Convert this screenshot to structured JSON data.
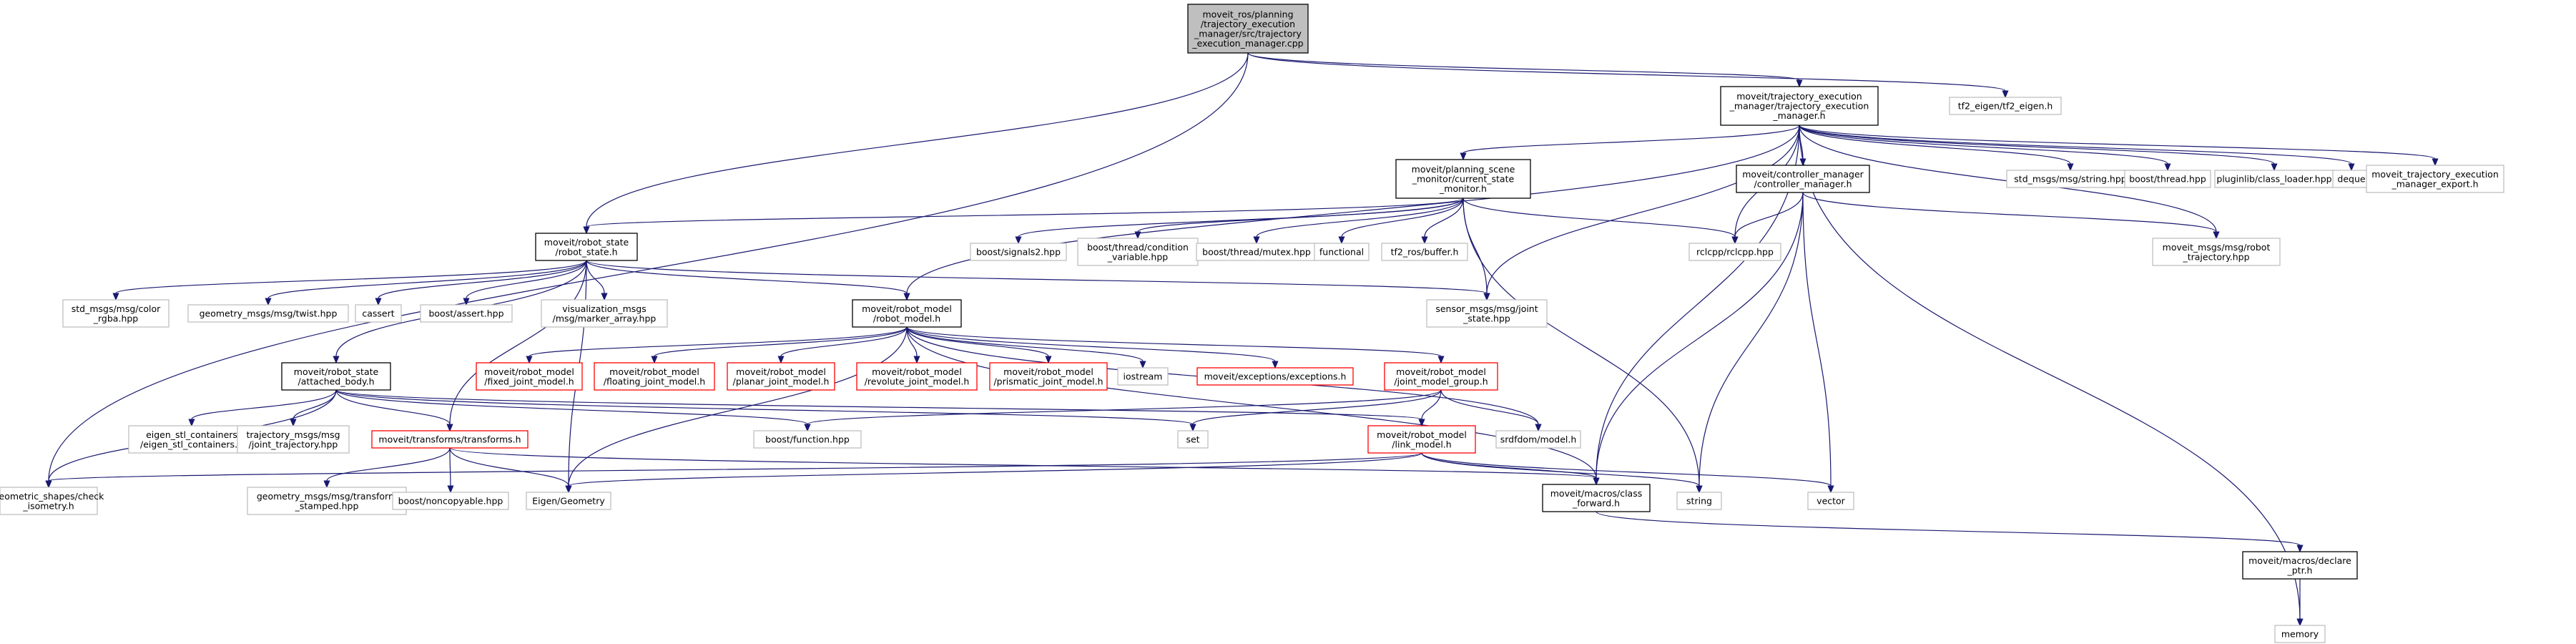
{
  "diagram": {
    "colors": {
      "edge": "#191970",
      "root_fill": "#bfbfbf",
      "root_border": "#000000",
      "linked_border": "#000000",
      "external_border": "#bfbfbf",
      "truncated_border": "#ff0000",
      "text": "#000000"
    },
    "nodes": [
      {
        "id": "root",
        "kind": "root",
        "lines": [
          "moveit_ros/planning",
          "/trajectory_execution",
          "_manager/src/trajectory",
          "_execution_manager.cpp"
        ]
      },
      {
        "id": "tem_h",
        "kind": "linked",
        "lines": [
          "moveit/trajectory_execution",
          "_manager/trajectory_execution",
          "_manager.h"
        ]
      },
      {
        "id": "tf2_eigen",
        "kind": "external",
        "lines": [
          "tf2_eigen/tf2_eigen.h"
        ]
      },
      {
        "id": "check_iso",
        "kind": "external",
        "lines": [
          "geometric_shapes/check",
          "_isometry.h"
        ]
      },
      {
        "id": "robot_state",
        "kind": "linked",
        "lines": [
          "moveit/robot_state",
          "/robot_state.h"
        ]
      },
      {
        "id": "csm",
        "kind": "linked",
        "lines": [
          "moveit/planning_scene",
          "_monitor/current_state",
          "_monitor.h"
        ]
      },
      {
        "id": "cm",
        "kind": "linked",
        "lines": [
          "moveit/controller_manager",
          "/controller_manager.h"
        ]
      },
      {
        "id": "std_string",
        "kind": "external",
        "lines": [
          "std_msgs/msg/string.hpp"
        ]
      },
      {
        "id": "boost_thread",
        "kind": "external",
        "lines": [
          "boost/thread.hpp"
        ]
      },
      {
        "id": "pluginlib",
        "kind": "external",
        "lines": [
          "pluginlib/class_loader.hpp"
        ]
      },
      {
        "id": "deque",
        "kind": "external",
        "lines": [
          "deque"
        ]
      },
      {
        "id": "tem_export",
        "kind": "external",
        "lines": [
          "moveit_trajectory_execution",
          "_manager_export.h"
        ]
      },
      {
        "id": "robot_traj",
        "kind": "external",
        "lines": [
          "moveit_msgs/msg/robot",
          "_trajectory.hpp"
        ]
      },
      {
        "id": "rclcpp",
        "kind": "external",
        "lines": [
          "rclcpp/rclcpp.hpp"
        ]
      },
      {
        "id": "signals2",
        "kind": "external",
        "lines": [
          "boost/signals2.hpp"
        ]
      },
      {
        "id": "cond_var",
        "kind": "external",
        "lines": [
          "boost/thread/condition",
          "_variable.hpp"
        ]
      },
      {
        "id": "mutex",
        "kind": "external",
        "lines": [
          "boost/thread/mutex.hpp"
        ]
      },
      {
        "id": "functional",
        "kind": "external",
        "lines": [
          "functional"
        ]
      },
      {
        "id": "tf2_buffer",
        "kind": "external",
        "lines": [
          "tf2_ros/buffer.h"
        ]
      },
      {
        "id": "color_rgba",
        "kind": "external",
        "lines": [
          "std_msgs/msg/color",
          "_rgba.hpp"
        ]
      },
      {
        "id": "twist",
        "kind": "external",
        "lines": [
          "geometry_msgs/msg/twist.hpp"
        ]
      },
      {
        "id": "cassert",
        "kind": "external",
        "lines": [
          "cassert"
        ]
      },
      {
        "id": "boost_assert",
        "kind": "external",
        "lines": [
          "boost/assert.hpp"
        ]
      },
      {
        "id": "marker_array",
        "kind": "external",
        "lines": [
          "visualization_msgs",
          "/msg/marker_array.hpp"
        ]
      },
      {
        "id": "robot_model",
        "kind": "linked",
        "lines": [
          "moveit/robot_model",
          "/robot_model.h"
        ]
      },
      {
        "id": "joint_state",
        "kind": "external",
        "lines": [
          "sensor_msgs/msg/joint",
          "_state.hpp"
        ]
      },
      {
        "id": "attached_body",
        "kind": "linked",
        "lines": [
          "moveit/robot_state",
          "/attached_body.h"
        ]
      },
      {
        "id": "fixed_jm",
        "kind": "truncated",
        "lines": [
          "moveit/robot_model",
          "/fixed_joint_model.h"
        ]
      },
      {
        "id": "floating_jm",
        "kind": "truncated",
        "lines": [
          "moveit/robot_model",
          "/floating_joint_model.h"
        ]
      },
      {
        "id": "planar_jm",
        "kind": "truncated",
        "lines": [
          "moveit/robot_model",
          "/planar_joint_model.h"
        ]
      },
      {
        "id": "revolute_jm",
        "kind": "truncated",
        "lines": [
          "moveit/robot_model",
          "/revolute_joint_model.h"
        ]
      },
      {
        "id": "prismatic_jm",
        "kind": "truncated",
        "lines": [
          "moveit/robot_model",
          "/prismatic_joint_model.h"
        ]
      },
      {
        "id": "iostream",
        "kind": "external",
        "lines": [
          "iostream"
        ]
      },
      {
        "id": "exceptions",
        "kind": "truncated",
        "lines": [
          "moveit/exceptions/exceptions.h"
        ]
      },
      {
        "id": "jmg",
        "kind": "truncated",
        "lines": [
          "moveit/robot_model",
          "/joint_model_group.h"
        ]
      },
      {
        "id": "eigen_stl",
        "kind": "external",
        "lines": [
          "eigen_stl_containers",
          "/eigen_stl_containers.h"
        ]
      },
      {
        "id": "joint_traj",
        "kind": "external",
        "lines": [
          "trajectory_msgs/msg",
          "/joint_trajectory.hpp"
        ]
      },
      {
        "id": "transforms",
        "kind": "truncated",
        "lines": [
          "moveit/transforms/transforms.h"
        ]
      },
      {
        "id": "boost_function",
        "kind": "external",
        "lines": [
          "boost/function.hpp"
        ]
      },
      {
        "id": "set",
        "kind": "external",
        "lines": [
          "set"
        ]
      },
      {
        "id": "link_model",
        "kind": "truncated",
        "lines": [
          "moveit/robot_model",
          "/link_model.h"
        ]
      },
      {
        "id": "srdfdom",
        "kind": "external",
        "lines": [
          "srdfdom/model.h"
        ]
      },
      {
        "id": "tf_stamped",
        "kind": "external",
        "lines": [
          "geometry_msgs/msg/transform",
          "_stamped.hpp"
        ]
      },
      {
        "id": "noncopyable",
        "kind": "external",
        "lines": [
          "boost/noncopyable.hpp"
        ]
      },
      {
        "id": "eigen_geometry",
        "kind": "external",
        "lines": [
          "Eigen/Geometry"
        ]
      },
      {
        "id": "class_fwd",
        "kind": "linked",
        "lines": [
          "moveit/macros/class",
          "_forward.h"
        ]
      },
      {
        "id": "string",
        "kind": "external",
        "lines": [
          "string"
        ]
      },
      {
        "id": "vector",
        "kind": "external",
        "lines": [
          "vector"
        ]
      },
      {
        "id": "declare_ptr",
        "kind": "linked",
        "lines": [
          "moveit/macros/declare",
          "_ptr.h"
        ]
      },
      {
        "id": "memory",
        "kind": "external",
        "lines": [
          "memory"
        ]
      }
    ],
    "edges": [
      [
        "root",
        "tem_h"
      ],
      [
        "root",
        "tf2_eigen"
      ],
      [
        "root",
        "check_iso"
      ],
      [
        "root",
        "robot_state"
      ],
      [
        "tem_h",
        "csm"
      ],
      [
        "tem_h",
        "cm"
      ],
      [
        "tem_h",
        "std_string"
      ],
      [
        "tem_h",
        "boost_thread"
      ],
      [
        "tem_h",
        "pluginlib"
      ],
      [
        "tem_h",
        "deque"
      ],
      [
        "tem_h",
        "tem_export"
      ],
      [
        "tem_h",
        "robot_traj"
      ],
      [
        "tem_h",
        "rclcpp"
      ],
      [
        "tem_h",
        "robot_model"
      ],
      [
        "tem_h",
        "joint_state"
      ],
      [
        "tem_h",
        "class_fwd"
      ],
      [
        "tem_h",
        "memory"
      ],
      [
        "csm",
        "robot_state"
      ],
      [
        "csm",
        "signals2"
      ],
      [
        "csm",
        "cond_var"
      ],
      [
        "csm",
        "mutex"
      ],
      [
        "csm",
        "functional"
      ],
      [
        "csm",
        "tf2_buffer"
      ],
      [
        "csm",
        "rclcpp"
      ],
      [
        "csm",
        "joint_state"
      ],
      [
        "csm",
        "string"
      ],
      [
        "cm",
        "rclcpp"
      ],
      [
        "cm",
        "robot_traj"
      ],
      [
        "cm",
        "class_fwd"
      ],
      [
        "cm",
        "string"
      ],
      [
        "cm",
        "vector"
      ],
      [
        "robot_state",
        "color_rgba"
      ],
      [
        "robot_state",
        "twist"
      ],
      [
        "robot_state",
        "cassert"
      ],
      [
        "robot_state",
        "boost_assert"
      ],
      [
        "robot_state",
        "marker_array"
      ],
      [
        "robot_state",
        "robot_model"
      ],
      [
        "robot_state",
        "joint_state"
      ],
      [
        "robot_state",
        "attached_body"
      ],
      [
        "robot_state",
        "transforms"
      ],
      [
        "robot_state",
        "eigen_geometry"
      ],
      [
        "robot_model",
        "fixed_jm"
      ],
      [
        "robot_model",
        "floating_jm"
      ],
      [
        "robot_model",
        "planar_jm"
      ],
      [
        "robot_model",
        "revolute_jm"
      ],
      [
        "robot_model",
        "prismatic_jm"
      ],
      [
        "robot_model",
        "iostream"
      ],
      [
        "robot_model",
        "exceptions"
      ],
      [
        "robot_model",
        "jmg"
      ],
      [
        "robot_model",
        "srdfdom"
      ],
      [
        "robot_model",
        "class_fwd"
      ],
      [
        "robot_model",
        "eigen_geometry"
      ],
      [
        "attached_body",
        "check_iso"
      ],
      [
        "attached_body",
        "eigen_stl"
      ],
      [
        "attached_body",
        "joint_traj"
      ],
      [
        "attached_body",
        "transforms"
      ],
      [
        "attached_body",
        "boost_function"
      ],
      [
        "attached_body",
        "set"
      ],
      [
        "attached_body",
        "link_model"
      ],
      [
        "jmg",
        "boost_function"
      ],
      [
        "jmg",
        "set"
      ],
      [
        "jmg",
        "link_model"
      ],
      [
        "jmg",
        "srdfdom"
      ],
      [
        "transforms",
        "tf_stamped"
      ],
      [
        "transforms",
        "noncopyable"
      ],
      [
        "transforms",
        "eigen_geometry"
      ],
      [
        "transforms",
        "class_fwd"
      ],
      [
        "link_model",
        "check_iso"
      ],
      [
        "link_model",
        "eigen_geometry"
      ],
      [
        "link_model",
        "class_fwd"
      ],
      [
        "link_model",
        "string"
      ],
      [
        "link_model",
        "vector"
      ],
      [
        "class_fwd",
        "declare_ptr"
      ],
      [
        "declare_ptr",
        "memory"
      ]
    ]
  }
}
